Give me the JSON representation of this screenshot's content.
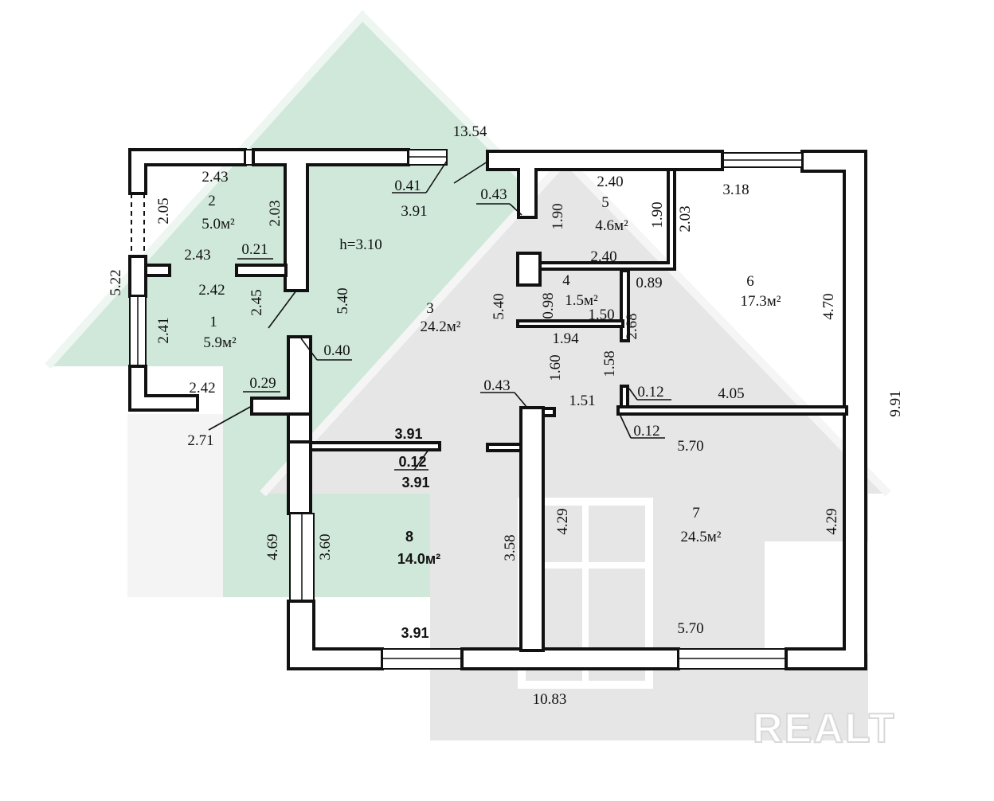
{
  "plan": {
    "total_length_top": "13.54",
    "total_length_bottom": "10.83",
    "total_depth_right": "9.91",
    "ceiling_height": "h=3.10",
    "watermark": "REALT"
  },
  "rooms": [
    {
      "number": "1",
      "area": "5.9м²"
    },
    {
      "number": "2",
      "area": "5.0м²"
    },
    {
      "number": "3",
      "area": "24.2м²"
    },
    {
      "number": "4",
      "area": "1.5м²"
    },
    {
      "number": "5",
      "area": "4.6м²"
    },
    {
      "number": "6",
      "area": "17.3м²"
    },
    {
      "number": "7",
      "area": "24.5м²"
    },
    {
      "number": "8",
      "area": "14.0м²"
    }
  ],
  "dimensions": [
    "2.43",
    "2.05",
    "2.03",
    "0.41",
    "3.91",
    "0.43",
    "2.40",
    "1.90",
    "1.90",
    "2.03",
    "3.18",
    "5.22",
    "2.43",
    "0.21",
    "2.42",
    "2.45",
    "5.40",
    "2.40",
    "0.89",
    "4.70",
    "5.40",
    "0.98",
    "1.50",
    "2.68",
    "2.41",
    "0.40",
    "1.94",
    "1.60",
    "1.58",
    "2.42",
    "0.29",
    "0.43",
    "1.51",
    "0.12",
    "4.05",
    "0.12",
    "5.70",
    "2.71",
    "3.91",
    "0.12",
    "3.91",
    "4.29",
    "4.29",
    "4.69",
    "3.60",
    "3.58",
    "3.91",
    "5.70"
  ],
  "colors": {
    "green_bg": "#cfe8da",
    "grey_bg": "#e6e6e6",
    "wall": "#111111"
  }
}
